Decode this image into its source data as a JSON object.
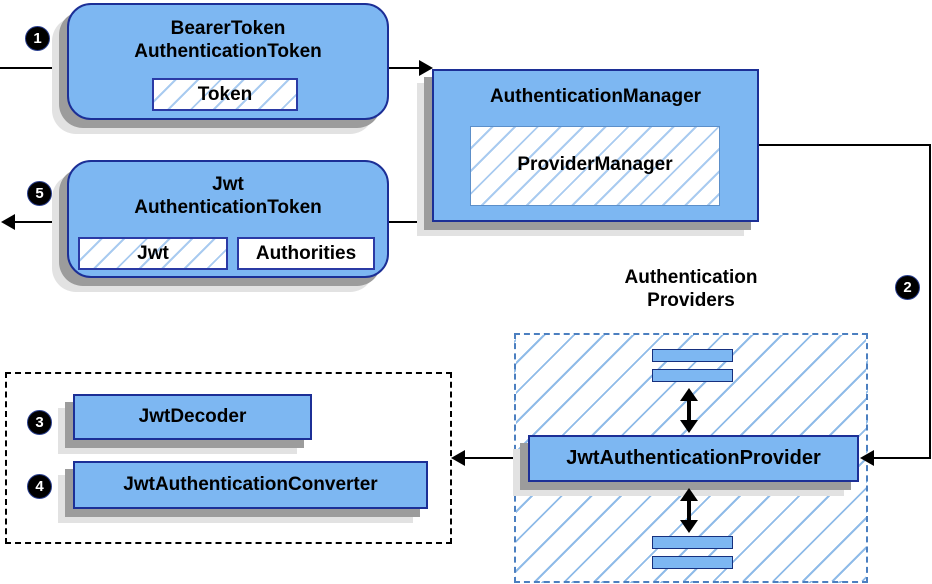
{
  "nodes": {
    "bearer": {
      "line1": "BearerToken",
      "line2": "AuthenticationToken",
      "inner": "Token"
    },
    "auth_manager": {
      "label": "AuthenticationManager",
      "inner": "ProviderManager"
    },
    "jwt_token": {
      "line1": "Jwt",
      "line2": "AuthenticationToken",
      "inner1": "Jwt",
      "inner2": "Authorities"
    },
    "jwt_provider": {
      "label": "JwtAuthenticationProvider"
    },
    "jwt_decoder": {
      "label": "JwtDecoder"
    },
    "jwt_converter": {
      "label": "JwtAuthenticationConverter"
    }
  },
  "regions": {
    "providers": {
      "line1": "Authentication",
      "line2": "Providers"
    }
  },
  "steps": {
    "s1": "1",
    "s2": "2",
    "s3": "3",
    "s4": "4",
    "s5": "5"
  },
  "colors": {
    "node_fill": "#7db7f2",
    "node_border": "#1c2f96",
    "hatch_line": "#a9cbf0",
    "providers_border": "#4b7fc0",
    "shadow_dark": "#9c9c9c",
    "shadow_light": "#e2e2e2",
    "line": "#000000"
  }
}
